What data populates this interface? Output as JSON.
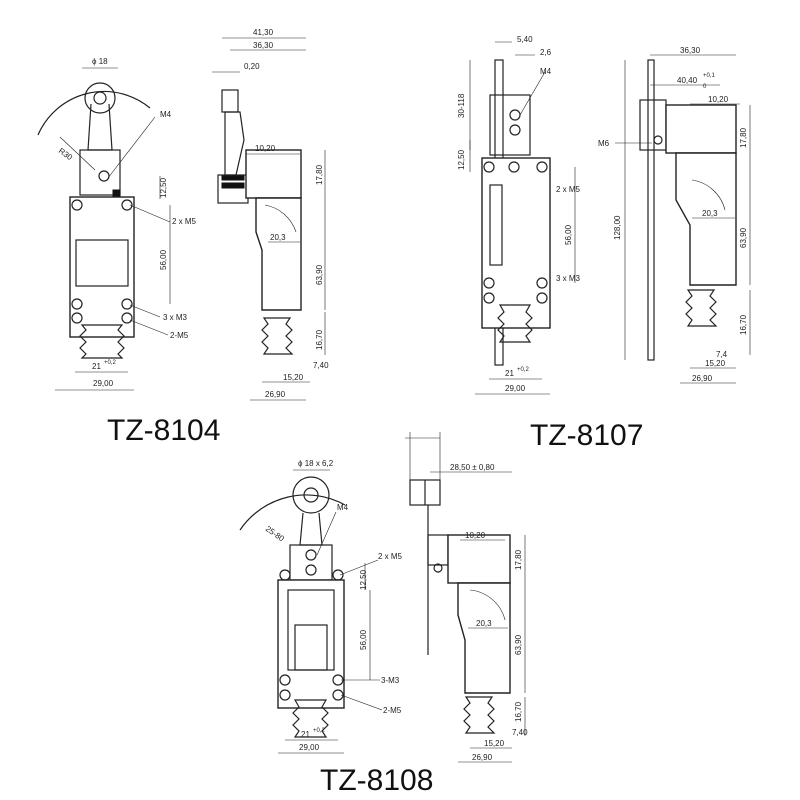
{
  "models": {
    "tz8104": "TZ-8104",
    "tz8107": "TZ-8107",
    "tz8108": "TZ-8108"
  },
  "tz8104": {
    "roller_dia": "ϕ 18",
    "radius": "R30",
    "thread_m4": "M4",
    "d_12_50": "12,50",
    "holes_2xm5": "2 x M5",
    "d_56_00": "56,00",
    "holes_3xm3": "3 x M3",
    "thread_2m5": "2-M5",
    "d_21": "21",
    "tol_21": "+0,2",
    "d_29_00": "29,00",
    "d_41_30": "41,30",
    "d_36_30": "36,30",
    "d_0_20": "0,20",
    "d_10_20": "10,20",
    "d_17_80": "17,80",
    "d_20_3": "20,3",
    "d_63_90": "63,90",
    "d_16_70": "16,70",
    "d_7_40": "7,40",
    "d_15_20": "15,20",
    "d_26_90": "26,90"
  },
  "tz8107": {
    "d_5_40": "5,40",
    "d_2_6": "2,6",
    "thread_m4": "M4",
    "d_30_118": "30-118",
    "d_12_50": "12,50",
    "holes_2xm5": "2 x M5",
    "d_56_00": "56,00",
    "holes_3xm3": "3 x M3",
    "d_21": "21",
    "tol_21": "+0,2",
    "d_29_00": "29,00",
    "d_36_30": "36,30",
    "d_40_40": "40,40",
    "tol_40_40": "+0,1",
    "tol_40_40_b": "0",
    "d_10_20": "10,20",
    "thread_m6": "M6",
    "d_17_80": "17,80",
    "d_128_00": "128,00",
    "d_20_3": "20,3",
    "d_63_90": "63,90",
    "d_16_70": "16,70",
    "d_7_4": "7,4",
    "d_15_20": "15,20",
    "d_26_90": "26,90"
  },
  "tz8108": {
    "roller_dia": "ϕ 18 x 6,2",
    "thread_m4": "M4",
    "radius": "25-80",
    "holes_2xm5": "2 x M5",
    "d_12_50": "12,50",
    "d_56_00": "56,00",
    "holes_3m3": "3-M3",
    "thread_2m5": "2-M5",
    "d_21": "21",
    "tol_21": "+0,2",
    "d_29_00": "29,00",
    "d_28_50": "28,50 ± 0,80",
    "d_10_20": "10,20",
    "d_17_80": "17,80",
    "d_20_3": "20,3",
    "d_63_90": "63,90",
    "d_16_70": "16,70",
    "d_7_40": "7,40",
    "d_15_20": "15,20",
    "d_26_90": "26,90"
  }
}
